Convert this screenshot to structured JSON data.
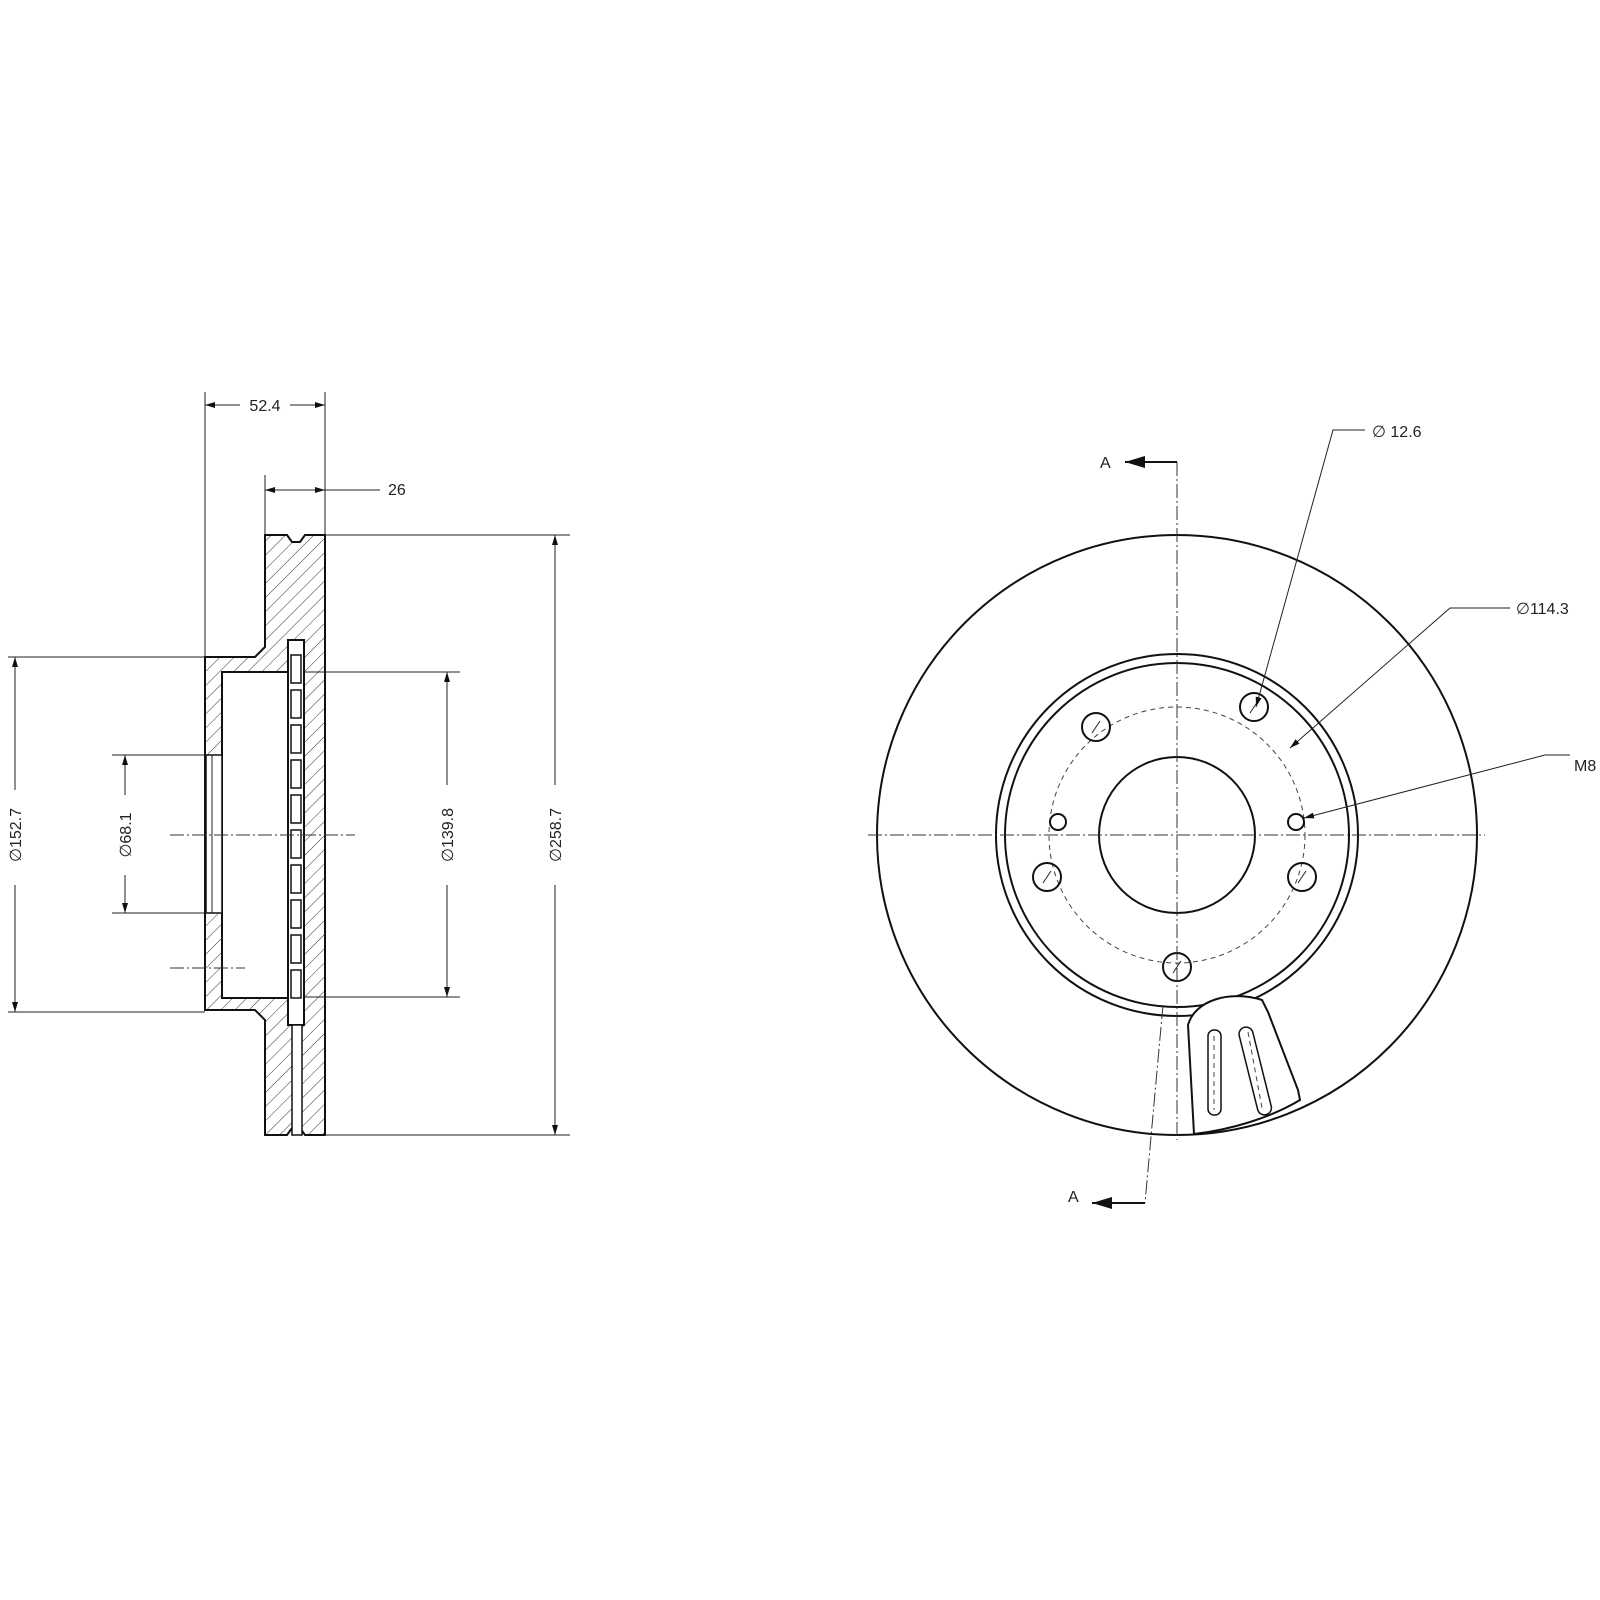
{
  "side_view": {
    "dims": {
      "width_overall": "52.4",
      "thickness": "26",
      "dia_152": "152.7",
      "dia_68": "68.1",
      "dia_139": "139.8",
      "dia_258": "258.7"
    },
    "dia_symbol": "∅"
  },
  "front_view": {
    "callouts": {
      "hole_dia": "12.6",
      "pcd": "114.3",
      "thread": "M8"
    },
    "dia_symbol": "∅",
    "section_label": "A"
  }
}
